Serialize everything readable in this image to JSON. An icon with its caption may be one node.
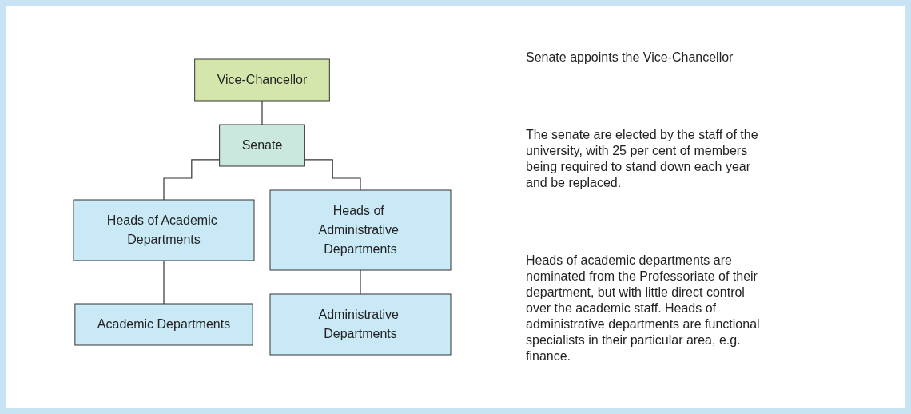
{
  "diagram": {
    "nodes": [
      {
        "text": [
          "Vice-Chancellor"
        ]
      },
      {
        "text": [
          "Senate"
        ]
      },
      {
        "text": [
          "Heads of Academic Departments"
        ]
      },
      {
        "text": [
          "Heads of Administrative Departments"
        ]
      },
      {
        "text": [
          "Academic Departments"
        ]
      },
      {
        "text": [
          "Administrative Departments"
        ]
      }
    ],
    "edges": [
      {
        "from": 0,
        "to": 1,
        "arrow": "none"
      },
      {
        "from": 1,
        "to": 2,
        "arrow": "none"
      },
      {
        "from": 1,
        "to": 3,
        "arrow": "none"
      },
      {
        "from": 2,
        "to": 4,
        "arrow": "none"
      },
      {
        "from": 3,
        "to": 5,
        "arrow": "none"
      }
    ],
    "labels": [
      "Senate appoints the Vice-Chancellor",
      "The senate are elected by the staff of the university, with 25 per cent of members being required to stand down each year and be replaced.",
      "Heads of academic departments are nominated from the Professoriate of their department, but with little direct control over the academic staff. Heads of administrative departments are functional specialists in their particular area, e.g. finance."
    ]
  }
}
